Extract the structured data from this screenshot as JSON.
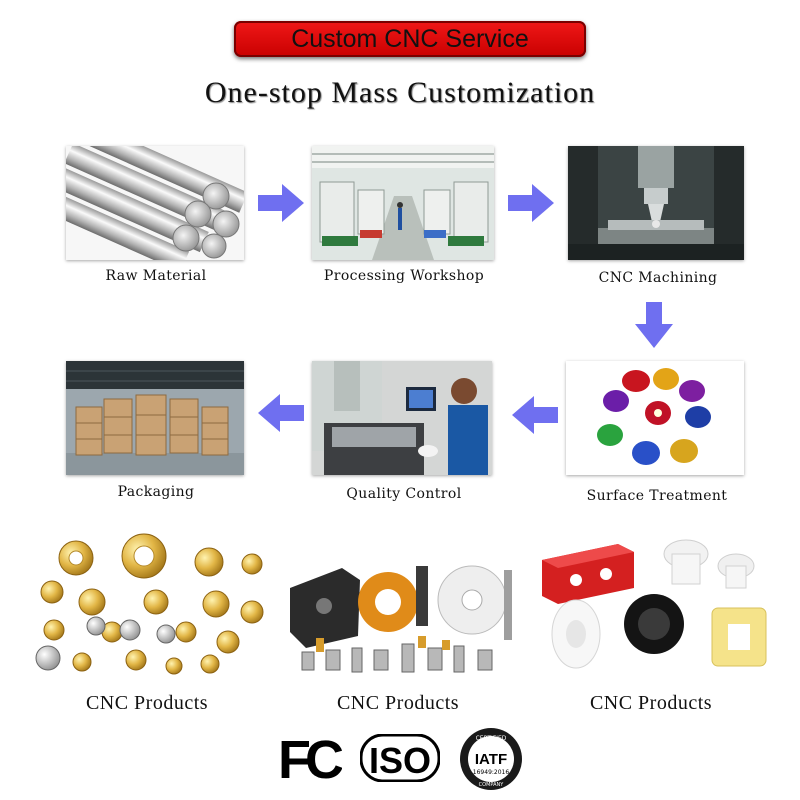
{
  "header": {
    "banner": "Custom CNC Service",
    "headline": "One-stop Mass Customization"
  },
  "process_steps": [
    {
      "label": "Raw Material",
      "icon": "steel-rods-photo"
    },
    {
      "label": "Processing Workshop",
      "icon": "factory-floor-photo"
    },
    {
      "label": "CNC Machining",
      "icon": "cnc-spindle-photo"
    },
    {
      "label": "Surface Treatment",
      "icon": "anodized-parts-photo"
    },
    {
      "label": "Quality Control",
      "icon": "inspection-station-photo"
    },
    {
      "label": "Packaging",
      "icon": "warehouse-boxes-photo"
    }
  ],
  "products": [
    {
      "label": "CNC Products",
      "icon": "brass-fittings-photo"
    },
    {
      "label": "CNC Products",
      "icon": "mixed-machined-parts-photo"
    },
    {
      "label": "CNC Products",
      "icon": "plastic-parts-photo"
    }
  ],
  "certifications": [
    "FC",
    "ISO",
    "IATF",
    "CERTIFIED",
    "16949:2016",
    "COMPANY"
  ],
  "colors": {
    "banner": "#e00000",
    "arrow": "#6f6ff0"
  }
}
